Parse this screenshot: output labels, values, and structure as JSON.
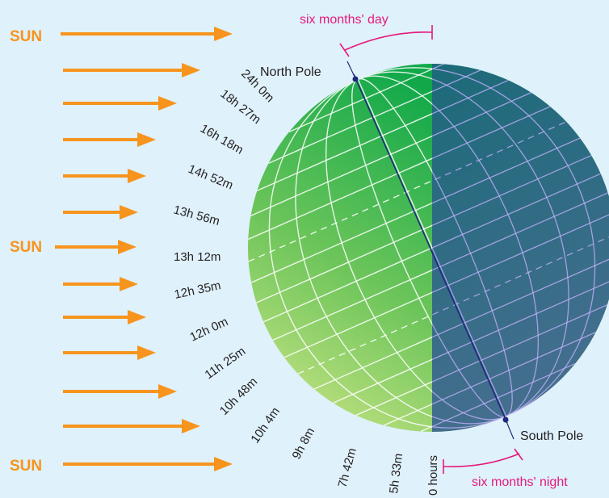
{
  "sun_label": "SUN",
  "north_pole": "North Pole",
  "south_pole": "South Pole",
  "six_months_day": "six months' day",
  "six_months_night": "six months' night",
  "day_lengths": [
    "24h 0m",
    "18h 27m",
    "16h 18m",
    "14h 52m",
    "13h 56m",
    "13h 12m",
    "12h 35m",
    "12h 0m",
    "11h 25m",
    "10h 48m",
    "10h 4m",
    "9h 8m",
    "7h 42m",
    "5h 33m",
    "0 hours"
  ],
  "colors": {
    "background": "#dff1fb",
    "arrow": "#f7941d",
    "day_light": "#d6e88a",
    "day_dark": "#1cb34c",
    "night": "#3a6e86",
    "axis": "#1f2a7a",
    "magenta": "#e6197d"
  }
}
